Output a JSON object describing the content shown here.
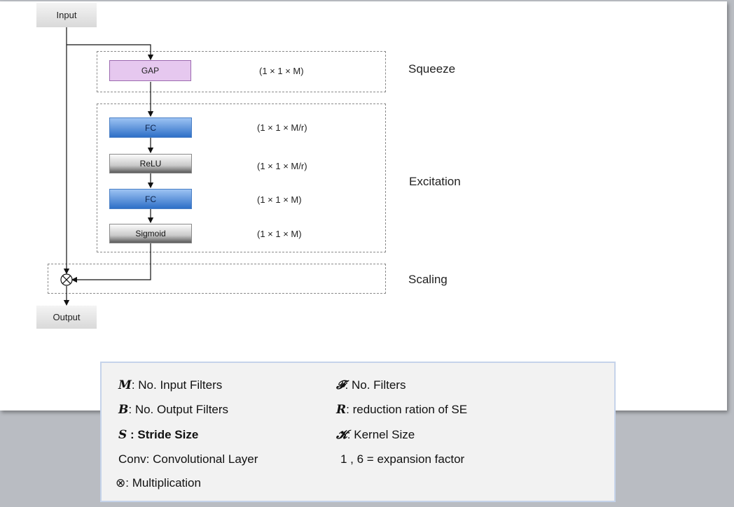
{
  "nodes": {
    "input": "Input",
    "output": "Output",
    "gap": "GAP",
    "fc1": "FC",
    "relu": "ReLU",
    "fc2": "FC",
    "sigmoid": "Sigmoid"
  },
  "dims": {
    "gap": "(1 × 1 × M)",
    "fc1": "(1 × 1 × M/r)",
    "relu": "(1 × 1 × M/r)",
    "fc2": "(1 × 1 × M)",
    "sigmoid": "(1 × 1 × M)"
  },
  "sections": {
    "squeeze": "Squeeze",
    "excitation": "Excitation",
    "scaling": "Scaling"
  },
  "legend": {
    "m_sym": "𝑴",
    "m_text": ": No. Input Filters",
    "f_sym": "𝓕",
    "f_text": ": No. Filters",
    "b_sym": "𝑩",
    "b_text": ": No. Output Filters",
    "r_sym": "𝑹",
    "r_text": ": reduction ration of SE",
    "s_sym": "𝑺",
    "s_text": " : Stride Size",
    "k_sym": "𝓚",
    "k_text": ": Kernel Size",
    "conv": "Conv: Convolutional Layer",
    "expansion": "1 , 6 = expansion factor",
    "mult_sym": "⊗",
    "mult_text": ": Multiplication"
  }
}
